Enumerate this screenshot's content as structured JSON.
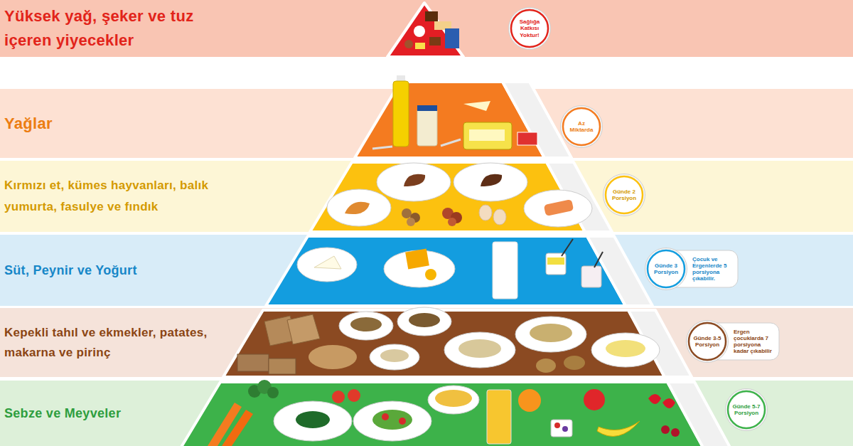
{
  "diagram": {
    "nodes": [
      {
        "text": [
          "Yüksek yağ, şeker ve tuz içeren yiyecekler"
        ]
      },
      {
        "text": [
          "Sağlığa Katkısı Yoktur!"
        ],
        "in": 0
      },
      {
        "text": [
          "Yağlar"
        ]
      },
      {
        "text": [
          "Az Miktarda"
        ],
        "in": 2
      },
      {
        "text": [
          "Kırmızı et, kümes hayvanları, balık yumurta, fasulye ve fındık"
        ]
      },
      {
        "text": [
          "Günde 2 Porsiyon"
        ],
        "in": 4
      },
      {
        "text": [
          "Süt, Peynir ve Yoğurt"
        ]
      },
      {
        "text": [
          "Günde 3 Porsiyon",
          "Çocuk ve Ergenlerde 5 porsiyona çıkabilir."
        ],
        "in": 6
      },
      {
        "text": [
          "Kepekli tahıl ve ekmekler, patates, makarna ve pirinç"
        ]
      },
      {
        "text": [
          "Günde 3-5 Porsiyon",
          "Ergen çocuklarda 7 porsiyona kadar çıkabilir"
        ],
        "in": 8
      },
      {
        "text": [
          "Sebze ve Meyveler"
        ]
      },
      {
        "text": [
          "Günde 5-7 Porsiyon"
        ],
        "in": 10
      }
    ]
  }
}
